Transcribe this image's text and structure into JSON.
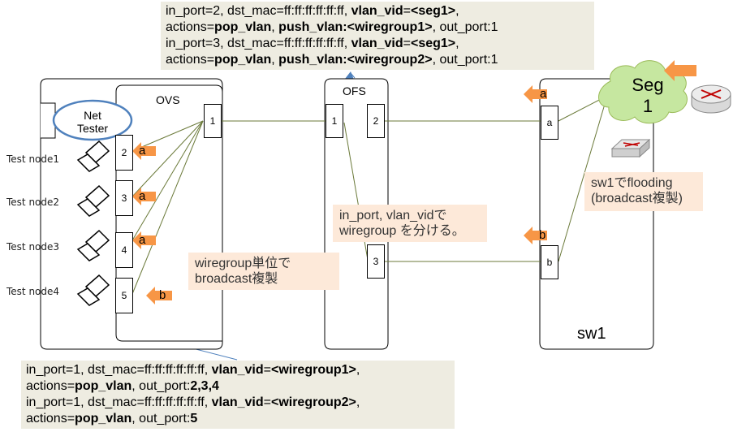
{
  "top_note": {
    "line1": {
      "a": "in_port=2, dst_mac=ff:ff:ff:ff:ff:ff, ",
      "b": "vlan_vid",
      "c": "=",
      "d": "<seg1>",
      "e": ","
    },
    "line2": {
      "a": "actions=",
      "b": "pop_vlan",
      "c": ", ",
      "d": "push_vlan:<wiregroup1>",
      "e": ",  out_port:1"
    },
    "line3": {
      "a": "in_port=3, dst_mac=ff:ff:ff:ff:ff:ff, ",
      "b": "vlan_vid",
      "c": "=",
      "d": "<seg1>",
      "e": ","
    },
    "line4": {
      "a": "actions=",
      "b": "pop_vlan",
      "c": ", ",
      "d": "push_vlan:<wiregroup2>",
      "e": ",  out_port:1"
    }
  },
  "bottom_note": {
    "line1": {
      "a": "in_port=1, dst_mac=ff:ff:ff:ff:ff:ff, ",
      "b": "vlan_vid",
      "c": "=",
      "d": "<wiregroup1>",
      "e": ","
    },
    "line2": {
      "a": "actions=",
      "b": "pop_vlan",
      "c": ", out_port:",
      "d": "2,3,4"
    },
    "line3": {
      "a": "in_port=1, dst_mac=ff:ff:ff:ff:ff:ff, ",
      "b": "vlan_vid",
      "c": "=",
      "d": "<wiregroup2>",
      "e": ","
    },
    "line4": {
      "a": "actions=",
      "b": "pop_vlan",
      "c": ", out_port:",
      "d": "5"
    }
  },
  "ovs": {
    "title": "OVS",
    "ports": {
      "p1": "1",
      "p2": "2",
      "p3": "3",
      "p4": "4",
      "p5": "5"
    }
  },
  "ofs": {
    "title": "OFS",
    "ports": {
      "p1": "1",
      "p2": "2",
      "p3": "3"
    }
  },
  "sw1": {
    "title": "sw1",
    "ports": {
      "a": "a",
      "b": "b"
    }
  },
  "net_tester": {
    "line1": "Net",
    "line2": "Tester"
  },
  "test_nodes": [
    "Test node1",
    "Test node2",
    "Test node3",
    "Test node4"
  ],
  "seg_cloud": {
    "line1": "Seg",
    "line2": "1"
  },
  "arrows": {
    "a": "a",
    "b": "b"
  },
  "notes": {
    "wiregroup_replicate": {
      "line1": "wiregroup単位で",
      "line2": "broadcast複製"
    },
    "ofs_split": {
      "line1": "in_port, vlan_vidで",
      "line2": "wiregroup を分ける。"
    },
    "sw1_flood": {
      "line1": "sw1でflooding",
      "line2": "(broadcast複製)"
    }
  },
  "colors": {
    "arrow": "#f79646",
    "line": "#6b7a3a",
    "cloud": "#c6e7a0",
    "tester_border": "#4f81bd",
    "gray_note": "#eeece1",
    "peach_note": "#fde9d9"
  }
}
